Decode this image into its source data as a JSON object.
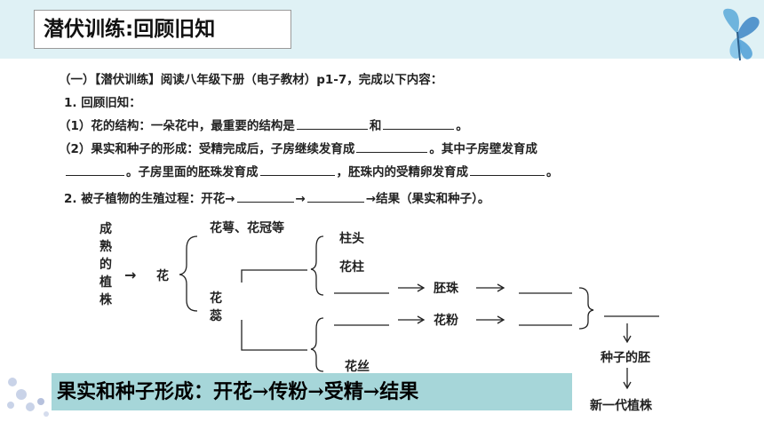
{
  "header": {
    "title": "潜伏训练:回顾旧知"
  },
  "doc": {
    "heading": "（一）【潜伏训练】阅读八年级下册（电子教材）p1-7，完成以下内容：",
    "item1": "1. 回顾旧知：",
    "q1a": "（1）花的结构：一朵花中，最重要的结构是",
    "q1b": "和",
    "q1c": "。",
    "q2a": "（2）果实和种子的形成：受精完成后，子房继续发育成",
    "q2b": "。其中子房壁发育成",
    "q2c": "。子房里面的胚珠发育成",
    "q2d": "，胚珠内的受精卵发育成",
    "q2e": "。",
    "item2a": "2. 被子植物的生殖过程：开花→",
    "item2b": "→",
    "item2c": "→结果（果实和种子）。"
  },
  "diagram": {
    "mature": "成熟的植株",
    "arrow_to": "→",
    "flower": "花",
    "sepals_petals": "花萼、花冠等",
    "stamen_pistil": "花蕊",
    "stigma": "柱头",
    "style": "花柱",
    "ovule": "胚珠",
    "pollen": "花粉",
    "filament": "花丝",
    "embryo": "种子的胚",
    "new_plant": "新一代植株"
  },
  "banner": {
    "text": "果实和种子形成：开花→传粉→受精→结果"
  },
  "colors": {
    "strip": "#dff1f5",
    "banner": "#a6d6d9",
    "butterfly": "#5aa9d8"
  }
}
